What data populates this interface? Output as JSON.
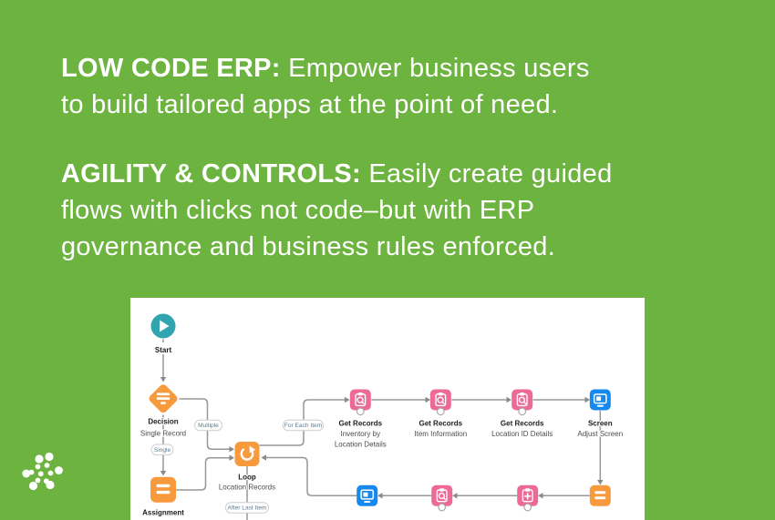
{
  "colors": {
    "background": "#6DB33F",
    "panel": "#FFFFFF",
    "start_teal": "#31A5AF",
    "logic_orange": "#F79A3E",
    "data_pink": "#EC6A95",
    "screen_blue": "#1589EE",
    "connector_gray": "#8A8A8A"
  },
  "headline": {
    "paragraphs": [
      {
        "lead": "LOW CODE ERP:",
        "line1_rest": " Empower business users",
        "line2": "to build tailored apps at the point of need."
      },
      {
        "lead": "AGILITY & CONTROLS:",
        "line1_rest": " Easily create guided",
        "line2": "flows with clicks not code–but with ERP",
        "line3": "governance and business rules enforced."
      }
    ]
  },
  "flow": {
    "nodes": {
      "start": {
        "label": "Start"
      },
      "decision": {
        "label": "Decision",
        "sublabel": "Single Record"
      },
      "assignment": {
        "label": "Assignment"
      },
      "loop": {
        "label": "Loop",
        "sublabel": "Location Records"
      },
      "get_records_inventory": {
        "label": "Get Records",
        "sublabel1": "Inventory by",
        "sublabel2": "Location Details"
      },
      "get_records_item": {
        "label": "Get Records",
        "sublabel1": "Item Information"
      },
      "get_records_location": {
        "label": "Get Records",
        "sublabel1": "Location ID Details"
      },
      "screen_adjust": {
        "label": "Screen",
        "sublabel1": "Adjust Screen"
      }
    },
    "connector_labels": {
      "multiple": "Multiple",
      "single": "Single",
      "for_each_item": "For Each Item",
      "after_last_item": "After Last Item"
    }
  }
}
